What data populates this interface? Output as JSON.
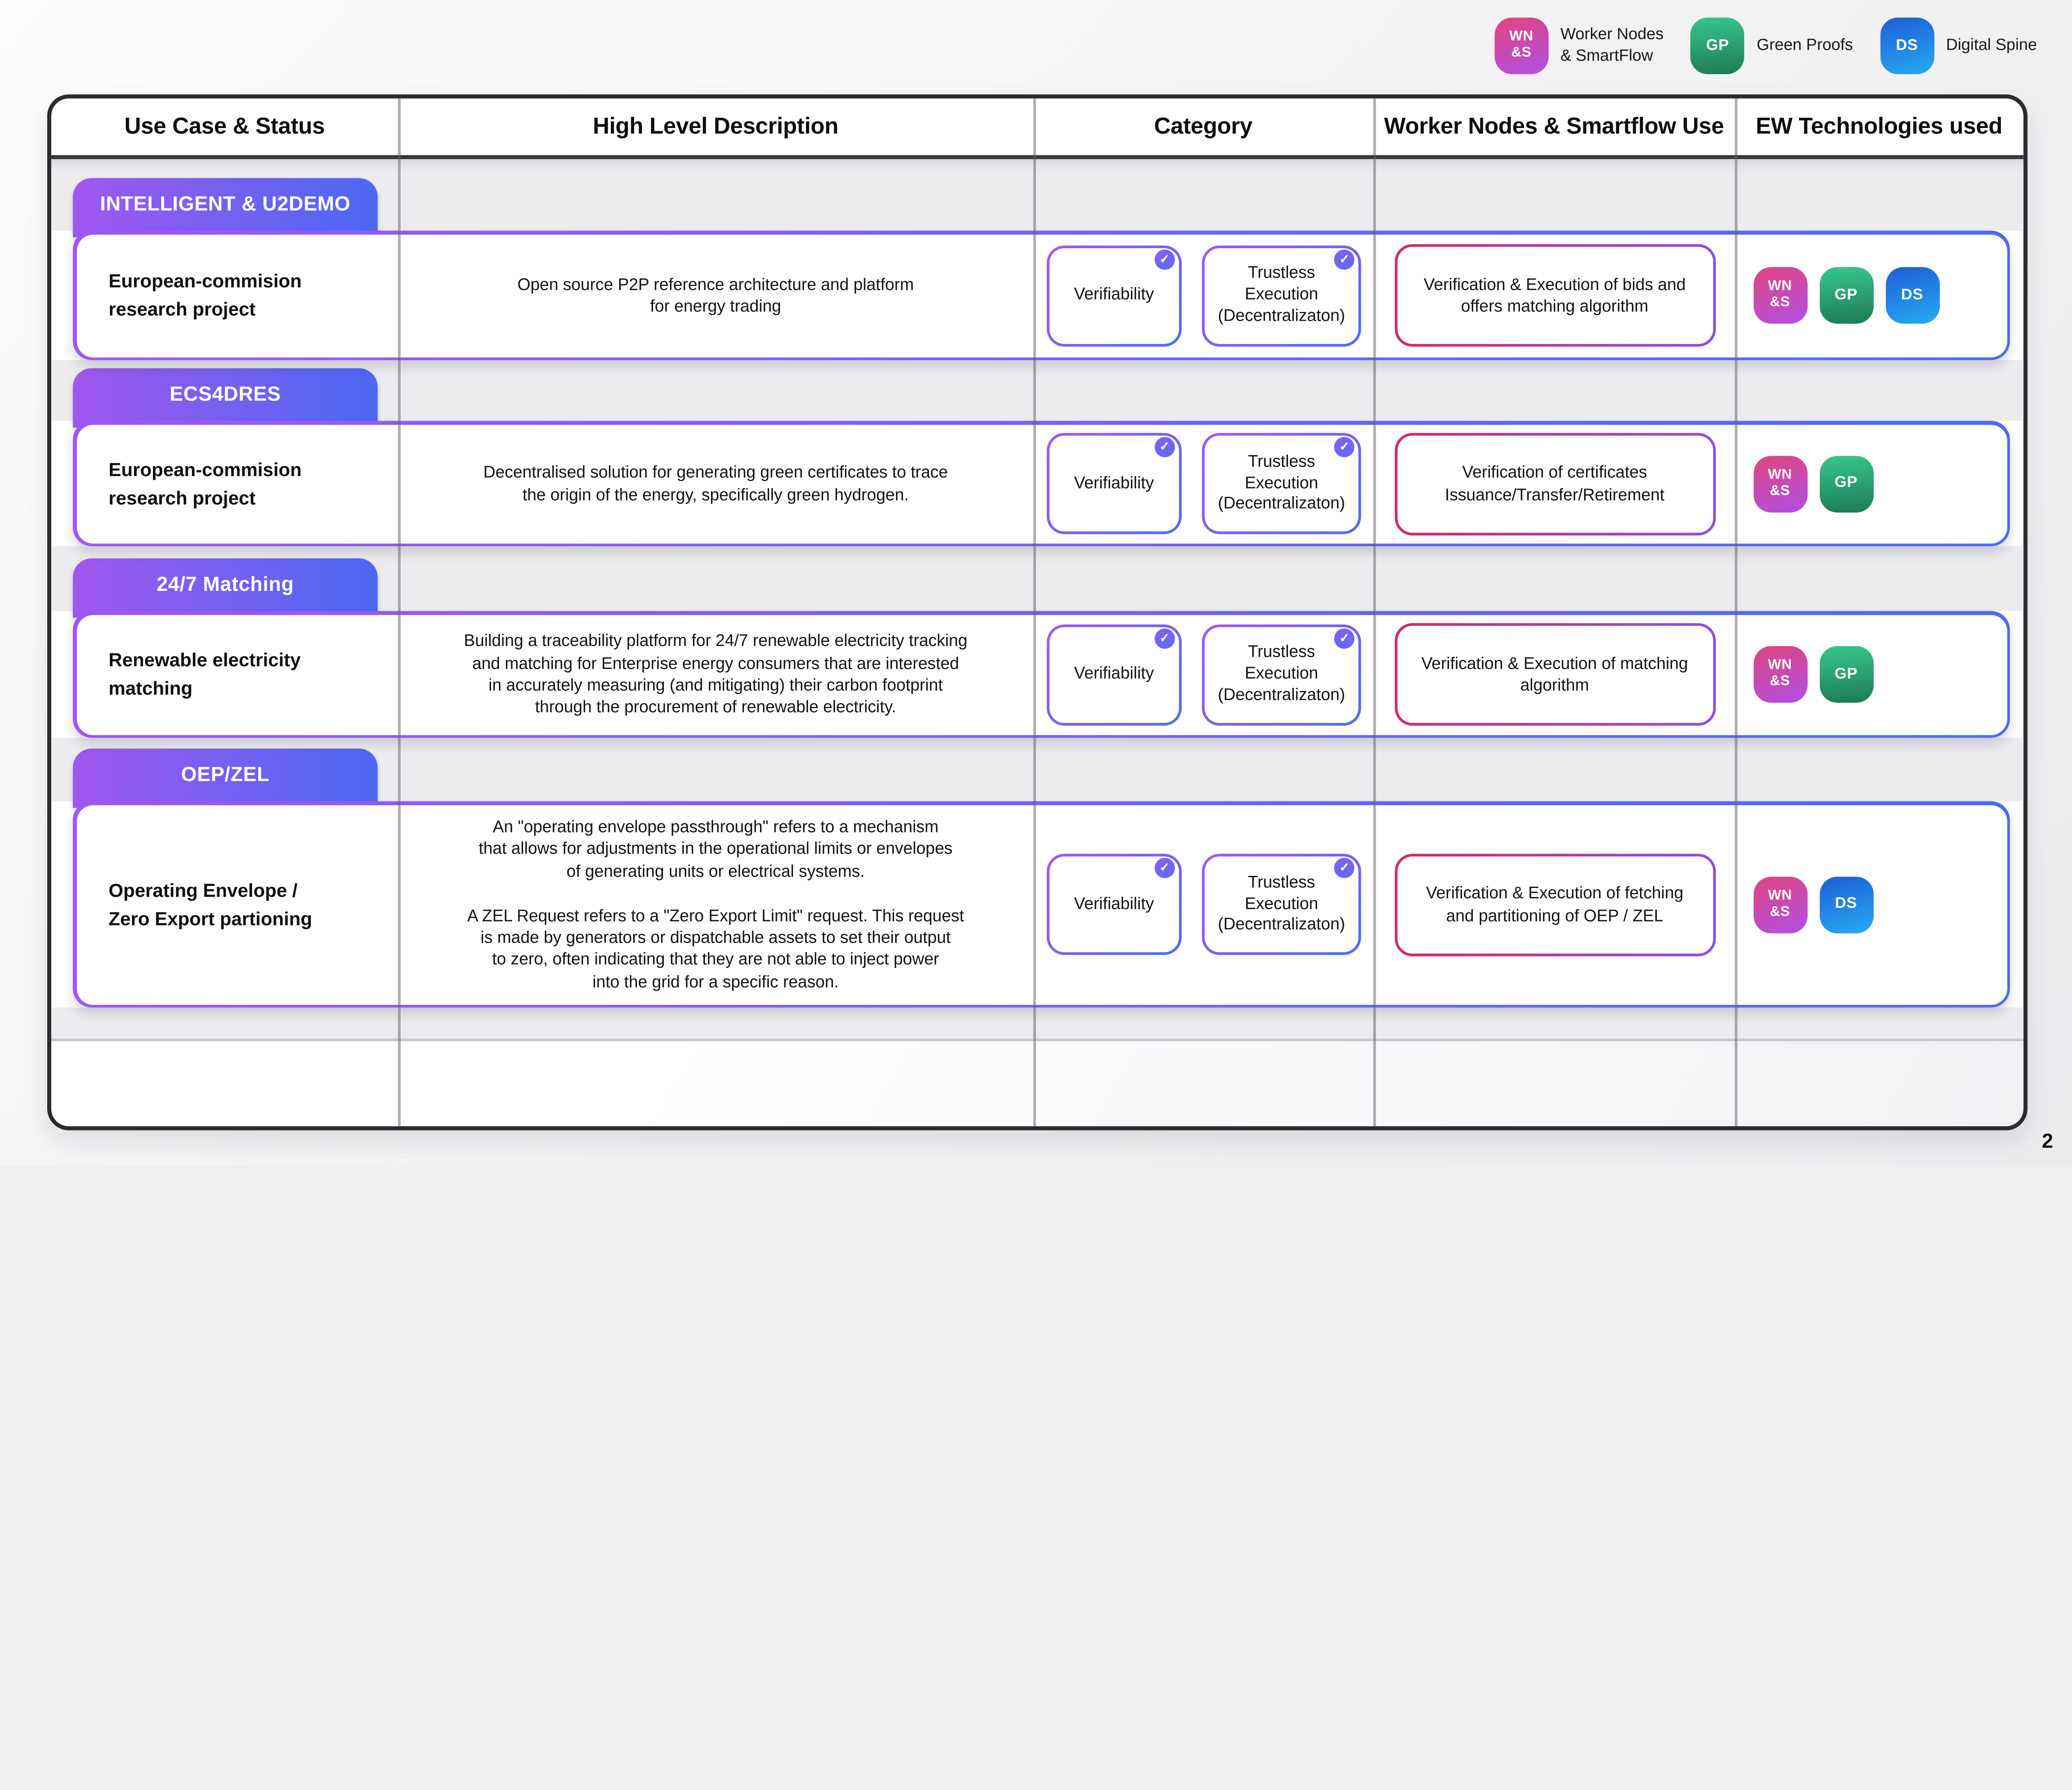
{
  "page_number": "2",
  "accent_colors": {
    "tab_gradient": [
      "#a158ef",
      "#4a69f2"
    ],
    "card_border_gradient": [
      "#9e58f2",
      "#4e6af2"
    ],
    "worker_box_border_gradient": [
      "#d42a62",
      "#8e4fe6"
    ],
    "badge_wns_gradient": [
      "#e0457d",
      "#b050e6"
    ],
    "badge_gp_gradient": [
      "#36c78e",
      "#1f7b53"
    ],
    "badge_ds_gradient": [
      "#1d5ed6",
      "#28aaf2"
    ],
    "check_badge_gradient": [
      "#8a5cf2",
      "#5e6df5"
    ]
  },
  "legend": {
    "items": [
      {
        "badge": "WN\n&S",
        "label": "Worker Nodes\n& SmartFlow"
      },
      {
        "badge": "GP",
        "label": "Green Proofs"
      },
      {
        "badge": "DS",
        "label": "Digital Spine"
      }
    ]
  },
  "table": {
    "headers": [
      "Use Case & Status",
      "High Level Description",
      "Category",
      "Worker Nodes & Smartflow Use",
      "EW Technologies used"
    ],
    "categories": {
      "verifiability": {
        "label": "Verifiability",
        "checked": true
      },
      "trustless": {
        "label": "Trustless\nExecution\n(Decentralizaton)",
        "checked": true
      }
    },
    "rows": [
      {
        "tab": "INTELLIGENT & U2DEMO",
        "use_case": "European-commision\nresearch project",
        "description": "Open source P2P reference architecture and platform\nfor energy trading",
        "worker_use": "Verification & Execution of bids and\noffers matching algorithm",
        "tech": [
          "WN\n&S",
          "GP",
          "DS"
        ]
      },
      {
        "tab": "ECS4DRES",
        "use_case": "European-commision\nresearch project",
        "description": "Decentralised solution for generating green certificates to trace\nthe origin of the energy, specifically green hydrogen.",
        "worker_use": "Verification of certificates\nIssuance/Transfer/Retirement",
        "tech": [
          "WN\n&S",
          "GP"
        ]
      },
      {
        "tab": "24/7 Matching",
        "use_case": "Renewable electricity\nmatching",
        "description": "Building a traceability platform for 24/7 renewable electricity tracking\nand matching for Enterprise energy consumers that are interested\nin accurately measuring (and mitigating) their carbon footprint\nthrough the procurement of renewable electricity.",
        "worker_use": "Verification & Execution of matching\nalgorithm",
        "tech": [
          "WN\n&S",
          "GP"
        ]
      },
      {
        "tab": "OEP/ZEL",
        "use_case": "Operating Envelope /\nZero Export partioning",
        "description": "An \"operating envelope passthrough\" refers to a mechanism\nthat allows for adjustments in the operational limits or envelopes\nof generating units or electrical systems.\n\nA ZEL Request refers to a \"Zero Export Limit\" request. This request\nis made by generators or dispatchable assets to set their output\nto zero, often indicating that they are not able to inject power\ninto the grid for a specific reason.",
        "worker_use": "Verification & Execution of fetching\nand partitioning of OEP / ZEL",
        "tech": [
          "WN\n&S",
          "DS"
        ]
      }
    ]
  }
}
